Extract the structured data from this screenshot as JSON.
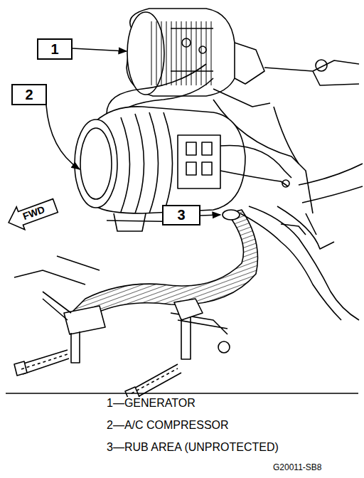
{
  "diagram": {
    "nodes": [
      {
        "text": [
          "1"
        ]
      },
      {
        "text": [
          "2"
        ]
      },
      {
        "text": [
          "FWD"
        ]
      },
      {
        "text": [
          "3"
        ]
      }
    ],
    "labels": [
      "1—GENERATOR",
      "2—A/C COMPRESSOR",
      "3—RUB AREA (UNPROTECTED)",
      "G20011-SB8"
    ]
  }
}
